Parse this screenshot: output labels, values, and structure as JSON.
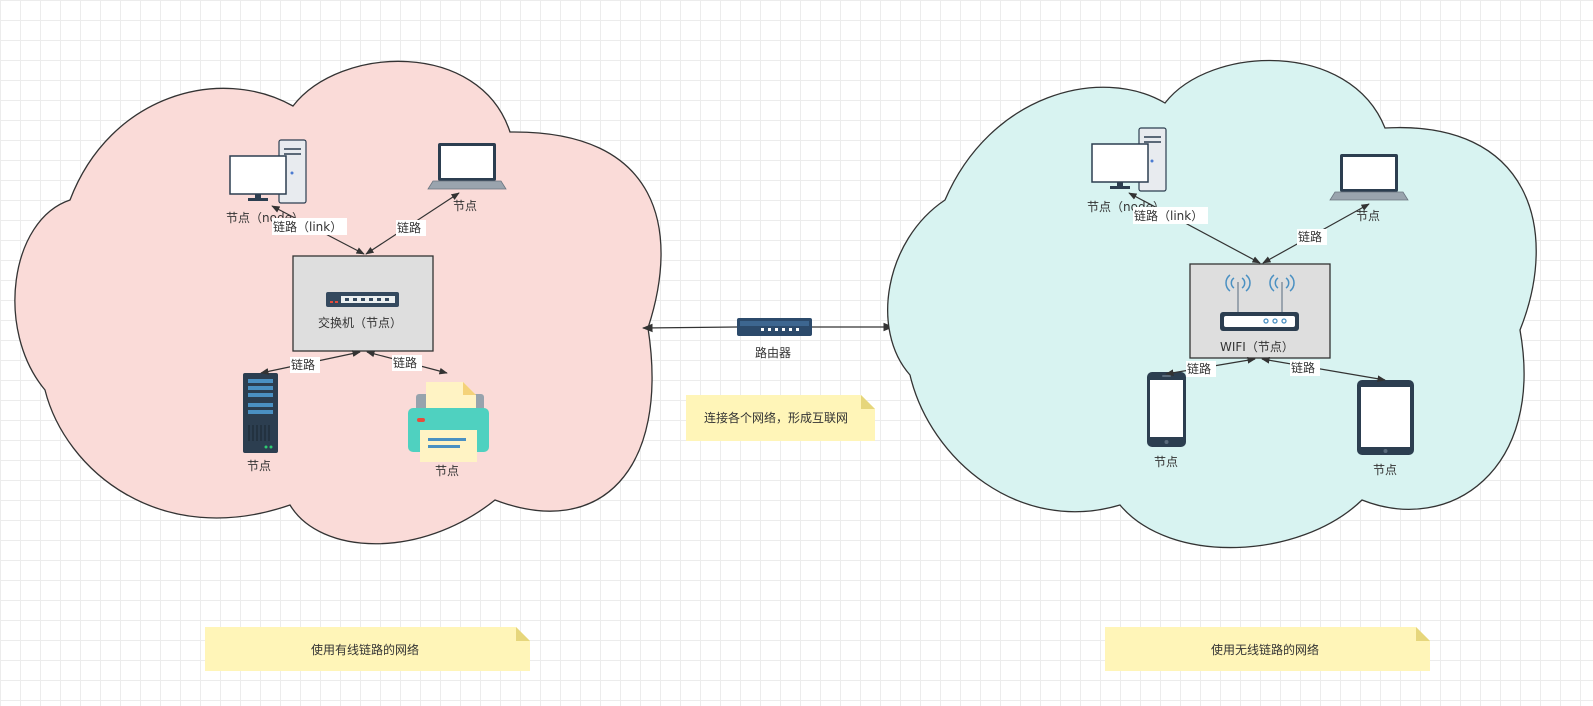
{
  "left_network": {
    "desktop_label": "节点（node）",
    "laptop_label": "节点",
    "switch_label": "交换机（节点）",
    "server_label": "节点",
    "printer_label": "节点",
    "link_desktop": "链路（link）",
    "link_laptop": "链路",
    "link_server": "链路",
    "link_printer": "链路",
    "note": "使用有线链路的网络",
    "color": "#fadbd8"
  },
  "right_network": {
    "desktop_label": "节点（node）",
    "laptop_label": "节点",
    "wifi_label": "WIFI（节点）",
    "phone_label": "节点",
    "tablet_label": "节点",
    "link_desktop": "链路（link）",
    "link_laptop": "链路",
    "link_phone": "链路",
    "link_tablet": "链路",
    "note": "使用无线链路的网络",
    "color": "#d8f3f1"
  },
  "router": {
    "label": "路由器",
    "note": "连接各个网络，形成互联网"
  },
  "icons": [
    "desktop-icon",
    "laptop-icon",
    "switch-icon",
    "server-icon",
    "printer-icon",
    "router-icon",
    "wifi-router-icon",
    "phone-icon",
    "tablet-icon"
  ]
}
